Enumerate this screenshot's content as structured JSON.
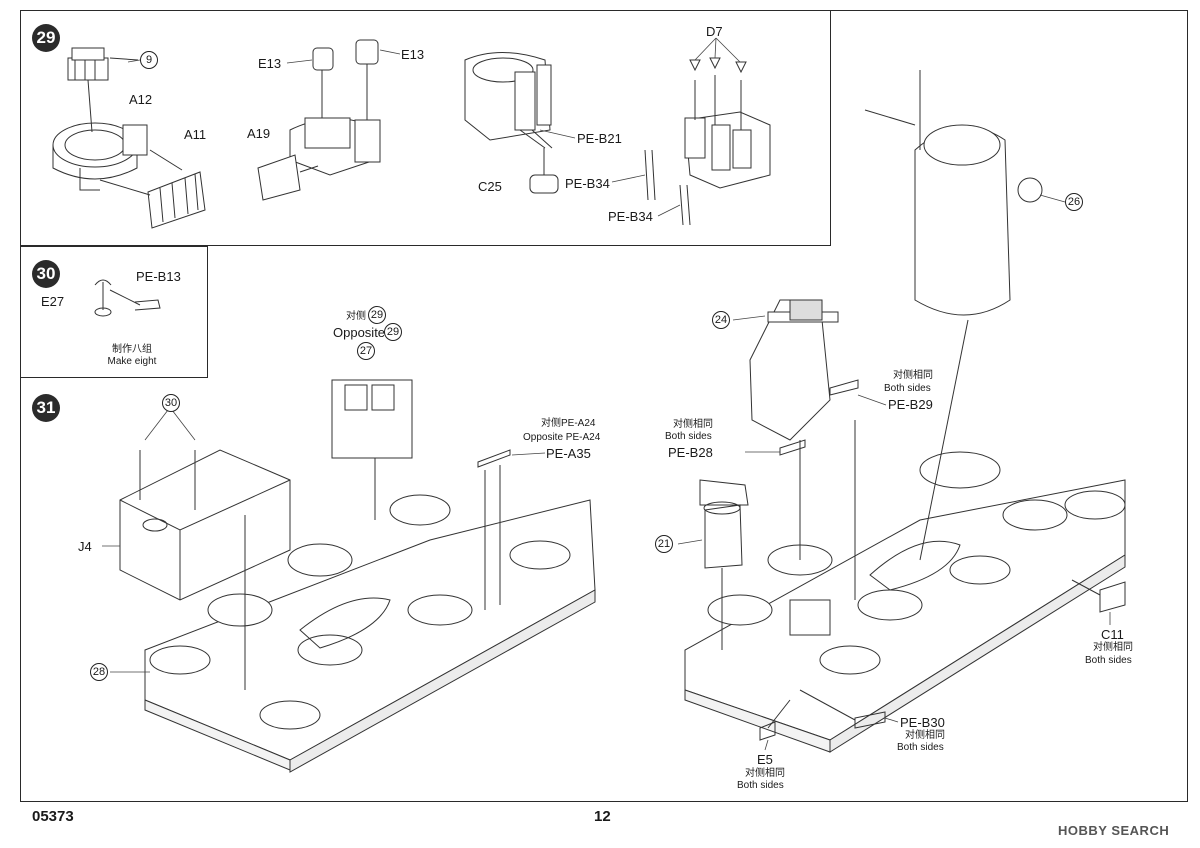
{
  "page": {
    "code": "05373",
    "number": "12",
    "watermark": "HOBBY SEARCH"
  },
  "steps": {
    "s29": {
      "number": "29",
      "labels": {
        "ref9": "9",
        "a12": "A12",
        "a11": "A11",
        "e13_left": "E13",
        "e13_right": "E13",
        "a19": "A19",
        "pe_b21": "PE-B21",
        "c25": "C25",
        "pe_b34_a": "PE-B34",
        "pe_b34_b": "PE-B34",
        "d7": "D7"
      }
    },
    "s30": {
      "number": "30",
      "labels": {
        "pe_b13": "PE-B13",
        "e27": "E27",
        "note_cn": "制作八组",
        "note_en": "Make eight"
      }
    },
    "s31": {
      "number": "31",
      "labels": {
        "ref30": "30",
        "ref29_cn": "对侧",
        "ref29a": "29",
        "ref29_en": "Opposite",
        "ref29b": "29",
        "ref27": "27",
        "pe_a24_cn": "对侧PE-A24",
        "pe_a24_en": "Opposite PE-A24",
        "pe_a35": "PE-A35",
        "j4": "J4",
        "ref28": "28",
        "ref26": "26",
        "ref24": "24",
        "b29_cn": "对侧相同",
        "b29_en": "Both sides",
        "pe_b29": "PE-B29",
        "b28_cn": "对侧相同",
        "b28_en": "Both sides",
        "pe_b28": "PE-B28",
        "ref21": "21",
        "c11": "C11",
        "c11_cn": "对侧相同",
        "c11_en": "Both sides",
        "pe_b30": "PE-B30",
        "b30_cn": "对侧相同",
        "b30_en": "Both sides",
        "e5": "E5",
        "e5_cn": "对侧相同",
        "e5_en": "Both sides"
      }
    }
  }
}
